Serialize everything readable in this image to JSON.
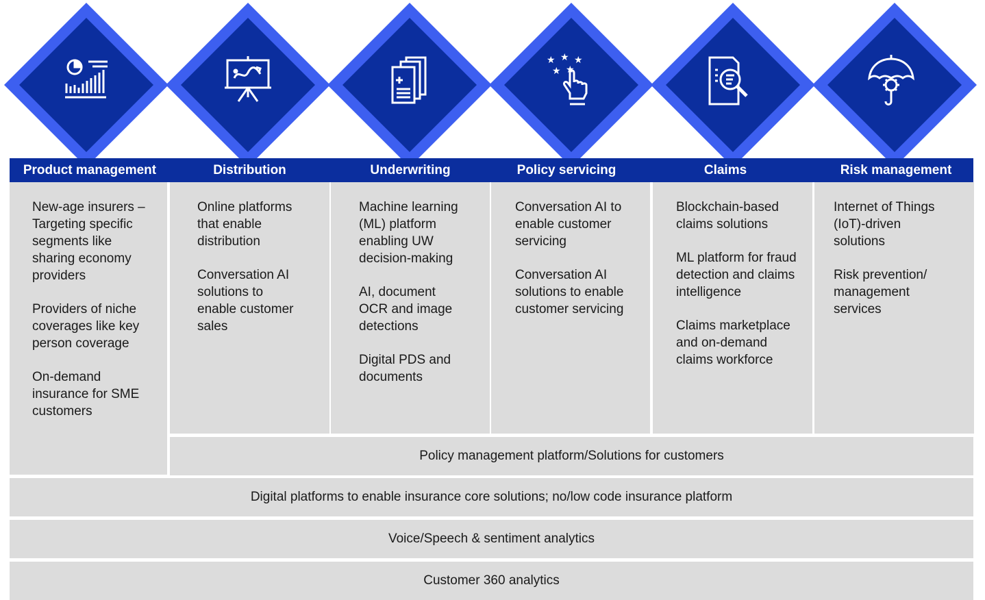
{
  "stages": [
    {
      "icon": "chart-analytics-icon",
      "title": "Product management",
      "items": [
        "New-age insurers – Targeting specific segments like sharing economy providers",
        "Providers of niche coverages like key person coverage",
        "On-demand insurance for SME customers"
      ]
    },
    {
      "icon": "presentation-board-icon",
      "title": "Distribution",
      "items": [
        "Online platforms that enable distribution",
        "Conversation AI solutions to enable customer sales"
      ]
    },
    {
      "icon": "medical-documents-icon",
      "title": "Underwriting",
      "items": [
        "Machine learning (ML) platform enabling UW decision-making",
        "AI, document OCR and image detections",
        "Digital PDS and documents"
      ]
    },
    {
      "icon": "star-rating-hand-icon",
      "title": "Policy servicing",
      "items": [
        "Conversation AI to enable customer servicing",
        "Conversation AI solutions to enable customer servicing"
      ]
    },
    {
      "icon": "document-search-icon",
      "title": "Claims",
      "items": [
        "Blockchain-based claims solutions",
        "ML platform for fraud detection and claims intelligence",
        "Claims marketplace and on-demand claims workforce"
      ]
    },
    {
      "icon": "umbrella-gear-icon",
      "title": "Risk management",
      "items": [
        "Internet of Things (IoT)-driven solutions",
        "Risk prevention/ management services"
      ]
    }
  ],
  "bands": [
    "Policy management platform/Solutions for customers",
    "Digital platforms to enable insurance core solutions; no/low code insurance platform",
    "Voice/Speech & sentiment analytics",
    "Customer 360 analytics"
  ],
  "colors": {
    "dark_blue": "#0b2e9e",
    "bright_blue": "#3d5ff0",
    "gray": "#dcdcdc"
  }
}
